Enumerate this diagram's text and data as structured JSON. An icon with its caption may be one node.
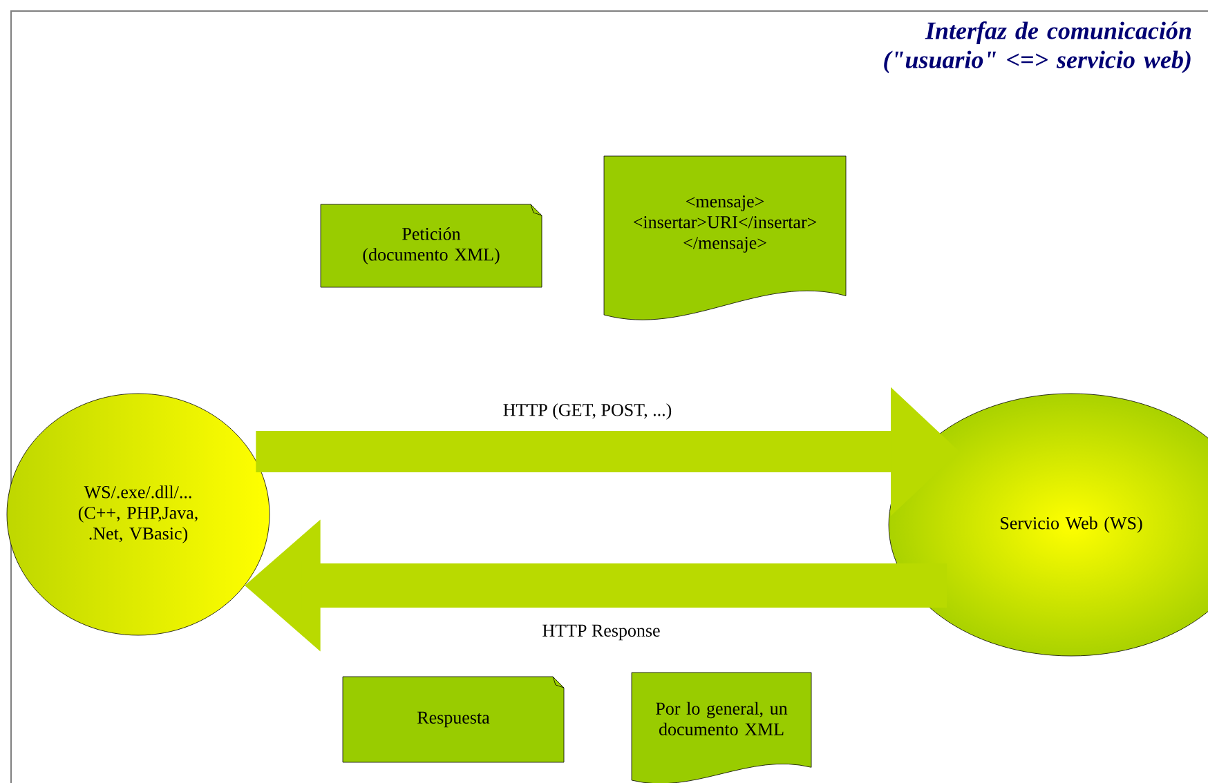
{
  "diagram": {
    "title": "Interfaz de comunicación (\"usuario\" <=> servicio web)",
    "nodes": [
      {
        "text": [
          "WS/.exe/.dll/... (C++, PHP,Java, .Net, VBasic)"
        ]
      },
      {
        "text": [
          "Servicio Web (WS)"
        ]
      },
      {
        "text": [
          "Petición (documento XML)"
        ]
      },
      {
        "text": [
          "<mensaje> <insertar>URI</insertar> </mensaje>"
        ]
      },
      {
        "text": [
          "Respuesta"
        ]
      },
      {
        "text": [
          "Por lo general, un documento XML"
        ]
      }
    ],
    "edges": [
      {
        "from": 0,
        "to": 1,
        "arrow": "to",
        "label": "HTTP (GET, POST, ...)"
      },
      {
        "from": 1,
        "to": 0,
        "arrow": "to",
        "label": "HTTP Response"
      }
    ]
  }
}
